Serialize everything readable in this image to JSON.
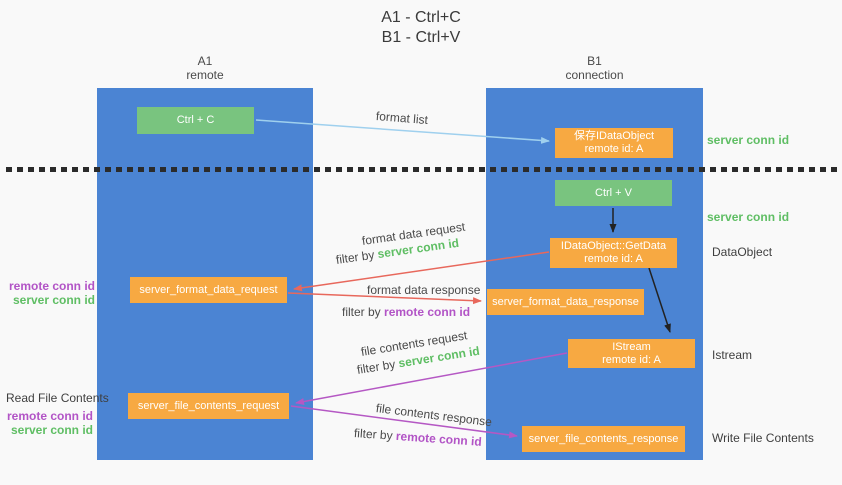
{
  "title": {
    "line1": "A1 - Ctrl+C",
    "line2": "B1 - Ctrl+V"
  },
  "columns": {
    "a": {
      "name": "A1",
      "subtitle": "remote"
    },
    "b": {
      "name": "B1",
      "subtitle": "connection"
    }
  },
  "nodes": {
    "ctrl_c": {
      "label": "Ctrl + C"
    },
    "ctrl_v": {
      "label": "Ctrl + V"
    },
    "save_dataobject": {
      "line1": "保存IDataObject",
      "line2": "remote id: A"
    },
    "getdata": {
      "line1": "IDataObject::GetData",
      "line2": "remote id: A"
    },
    "istream": {
      "line1": "IStream",
      "line2": "remote id: A"
    },
    "server_format_data_request": {
      "label": "server_format_data_request"
    },
    "server_format_data_response": {
      "label": "server_format_data_response"
    },
    "server_file_contents_request": {
      "label": "server_file_contents_request"
    },
    "server_file_contents_response": {
      "label": "server_file_contents_response"
    }
  },
  "annotations": {
    "server_conn_id_top": "server conn id",
    "server_conn_id_mid": "server conn id",
    "dataobject": "DataObject",
    "istream": "Istream",
    "read_file_contents": "Read File Contents",
    "write_file_contents": "Write File Contents",
    "left_format": {
      "remote_conn_id": "remote conn id",
      "server_conn_id": "server conn id"
    },
    "left_file": {
      "remote_conn_id": "remote conn id",
      "server_conn_id": "server conn id"
    }
  },
  "arrows": {
    "format_list": {
      "label": "format list"
    },
    "format_data_request": {
      "label": "format data request",
      "filter_by": "filter by",
      "filter_value": "server conn id"
    },
    "format_data_response": {
      "label": "format data response",
      "filter_by": "filter by",
      "filter_value": "remote conn id"
    },
    "file_contents_request": {
      "label": "file contents request",
      "filter_by": "filter by",
      "filter_value": "server conn id"
    },
    "file_contents_response": {
      "label": "file contents response",
      "filter_by": "filter by",
      "filter_value": "remote conn id"
    }
  },
  "colors": {
    "background": "#f9f9f9",
    "column_blue": "#4b84d3",
    "node_green": "#79c47f",
    "node_orange": "#f7a942",
    "green_text": "#5fbe64",
    "purple_text": "#b254c6",
    "red_arrow": "#e8685c",
    "light_blue_arrow": "#9fd0ee",
    "purple_arrow": "#b558c4",
    "black_arrow": "#222222"
  }
}
